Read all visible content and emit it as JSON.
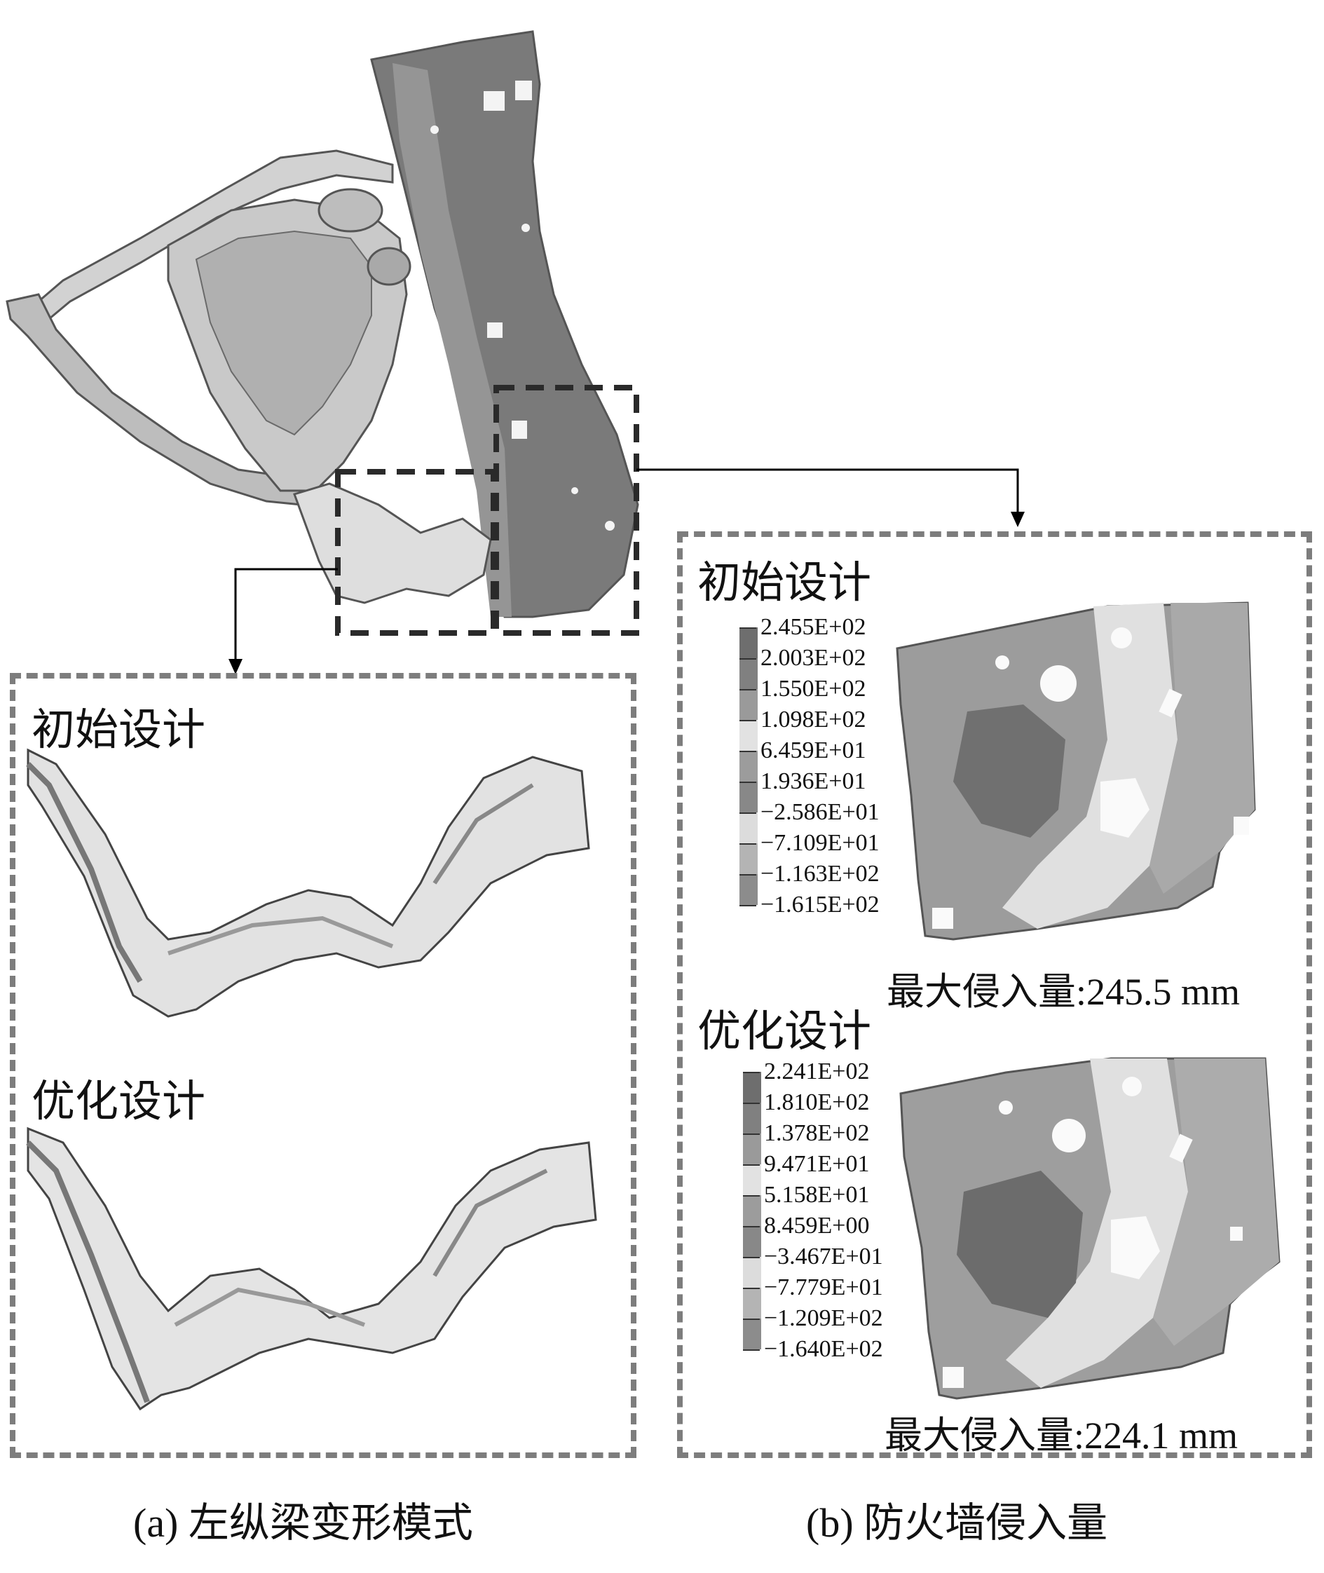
{
  "panel_a": {
    "initial_title": "初始设计",
    "optimized_title": "优化设计",
    "caption": "(a) 左纵梁变形模式"
  },
  "panel_b": {
    "initial_title": "初始设计",
    "optimized_title": "优化设计",
    "caption": "(b) 防火墙侵入量",
    "initial_legend": [
      "2.455E+02",
      "2.003E+02",
      "1.550E+02",
      "1.098E+02",
      "6.459E+01",
      "1.936E+01",
      "−2.586E+01",
      "−7.109E+01",
      "−1.163E+02",
      "−1.615E+02"
    ],
    "optimized_legend": [
      "2.241E+02",
      "1.810E+02",
      "1.378E+02",
      "9.471E+01",
      "5.158E+01",
      "8.459E+00",
      "−3.467E+01",
      "−7.779E+01",
      "−1.209E+02",
      "−1.640E+02"
    ],
    "initial_max": "最大侵入量:245.5 mm",
    "optimized_max": "最大侵入量:224.1 mm"
  },
  "colors": {
    "legend_shades": [
      "#6e6e6e",
      "#808080",
      "#9a9a9a",
      "#e2e2e2",
      "#9c9c9c",
      "#888888",
      "#dcdcdc",
      "#b4b4b4",
      "#8c8c8c",
      "#5e5e5e"
    ]
  }
}
